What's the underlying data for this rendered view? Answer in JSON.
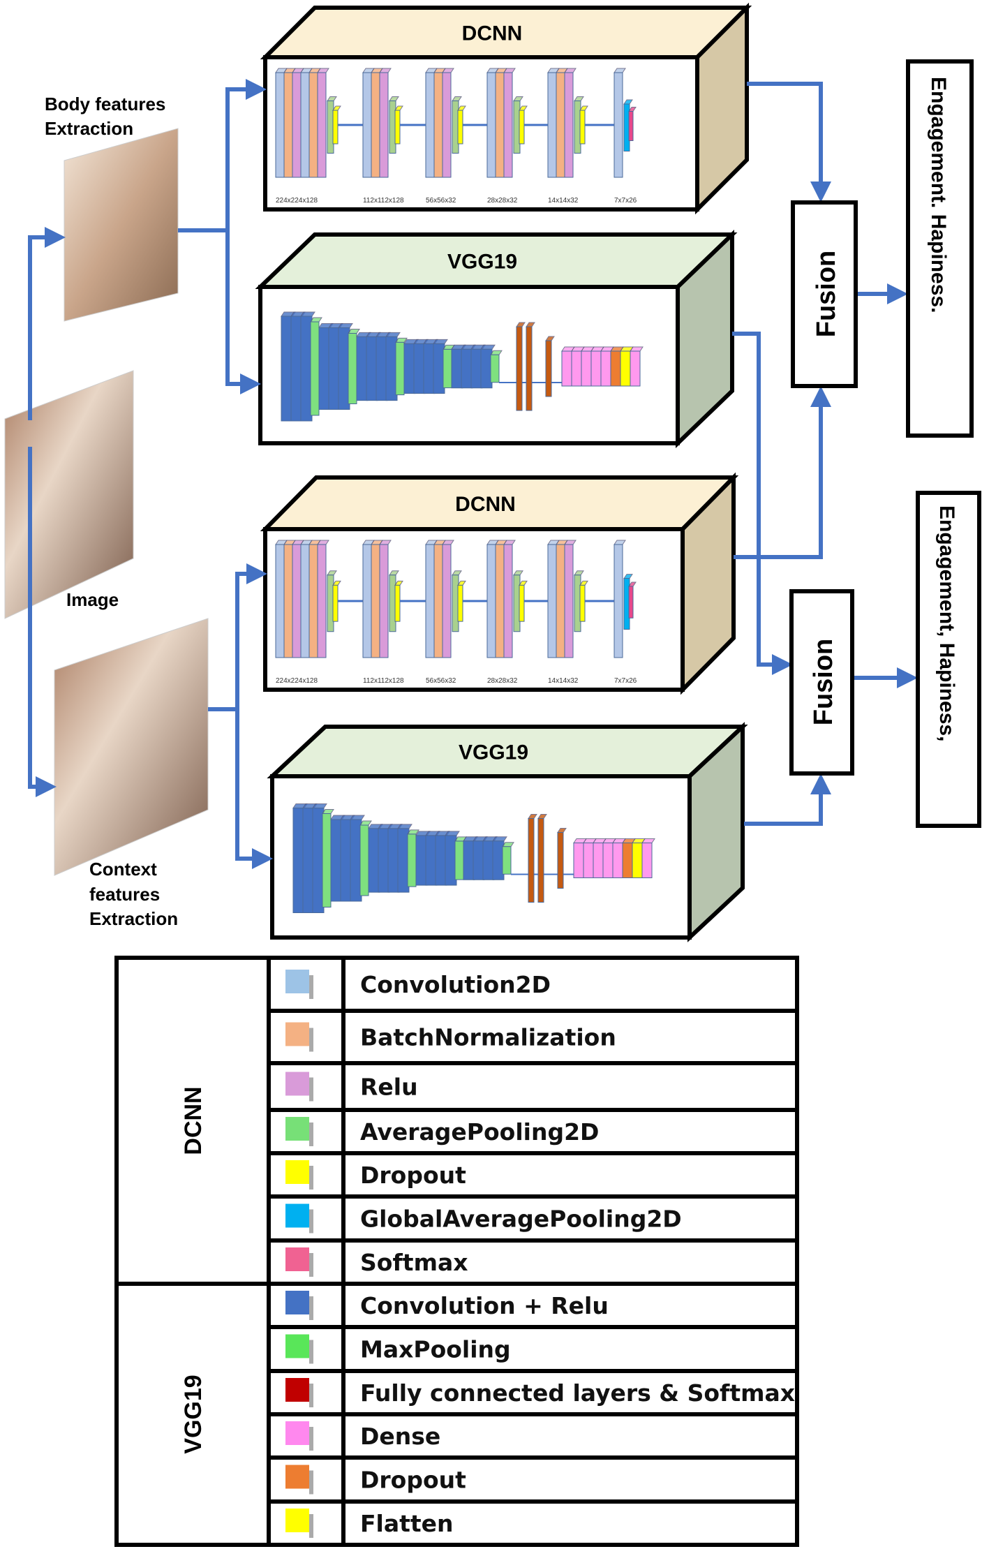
{
  "labels": {
    "body": [
      "Body features",
      "Extraction"
    ],
    "image": "Image",
    "context": [
      "Context",
      "features",
      "Extraction"
    ]
  },
  "branches": [
    {
      "title": "DCNN",
      "type": "dcnn"
    },
    {
      "title": "VGG19",
      "type": "vgg"
    },
    {
      "title": "DCNN",
      "type": "dcnn"
    },
    {
      "title": "VGG19",
      "type": "vgg"
    }
  ],
  "dcnn_stage_dims": [
    "224x224x128",
    "112x112x128",
    "56x56x32",
    "28x28x32",
    "14x14x32",
    "7x7x26"
  ],
  "fusion": [
    "Fusion",
    "Fusion"
  ],
  "outputs": [
    "Engagement. Hapiness.",
    "Engagement, Hapiness,"
  ],
  "legend": {
    "groups": [
      {
        "name": "DCNN",
        "items": [
          {
            "label": "Convolution2D",
            "color": "#9DC3E6"
          },
          {
            "label": "BatchNormalization",
            "color": "#F4B183"
          },
          {
            "label": "Relu",
            "color": "#D99BD9"
          },
          {
            "label": "AveragePooling2D",
            "color": "#77E077"
          },
          {
            "label": "Dropout",
            "color": "#FFFF00"
          },
          {
            "label": "GlobalAveragePooling2D",
            "color": "#00B0F0"
          },
          {
            "label": "Softmax",
            "color": "#F06292"
          }
        ]
      },
      {
        "name": "VGG19",
        "items": [
          {
            "label": "Convolution + Relu",
            "color": "#4472C4"
          },
          {
            "label": "MaxPooling",
            "color": "#59E659"
          },
          {
            "label": "Fully connected layers & Softmax",
            "color": "#C00000"
          },
          {
            "label": "Dense",
            "color": "#FF88EE"
          },
          {
            "label": "Dropout",
            "color": "#ED7D31"
          },
          {
            "label": "Flatten",
            "color": "#FFFF00"
          }
        ]
      }
    ]
  },
  "colors": {
    "arrow": "#4472C4",
    "dcnn_top": "#FCF0D4",
    "vgg_top": "#E4F0DA",
    "dcnn_side": "#D6C8A6",
    "vgg_side": "#B7C4AE"
  }
}
